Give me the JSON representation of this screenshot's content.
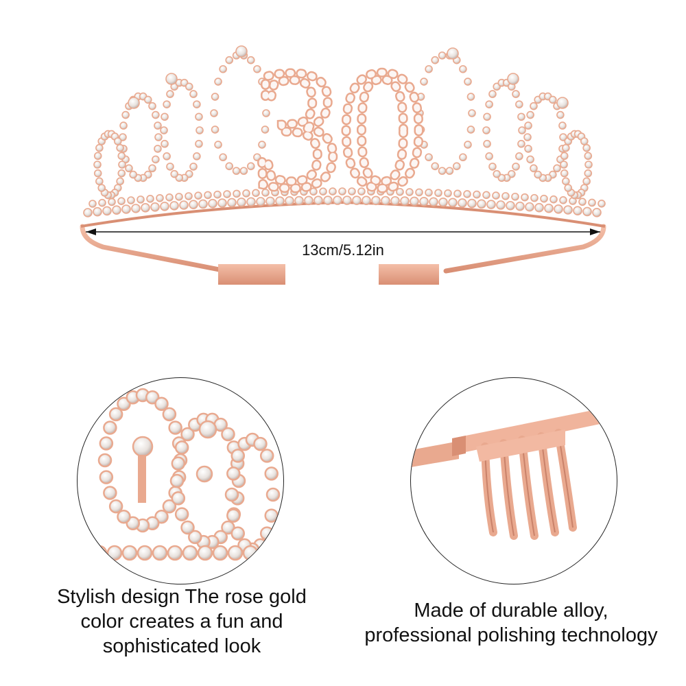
{
  "dimension": {
    "label": "13cm/5.12in"
  },
  "tiara": {
    "number": "30"
  },
  "captions": {
    "left": [
      "Stylish design The rose gold",
      "color creates a fun and",
      "sophisticated look"
    ],
    "right": [
      "Made of durable alloy,",
      "professional polishing technology"
    ]
  },
  "colors": {
    "rose_gold": "#e9a98f",
    "rose_gold_dark": "#c9826a",
    "crystal": "#f4f1ee",
    "outline": "#222222"
  }
}
